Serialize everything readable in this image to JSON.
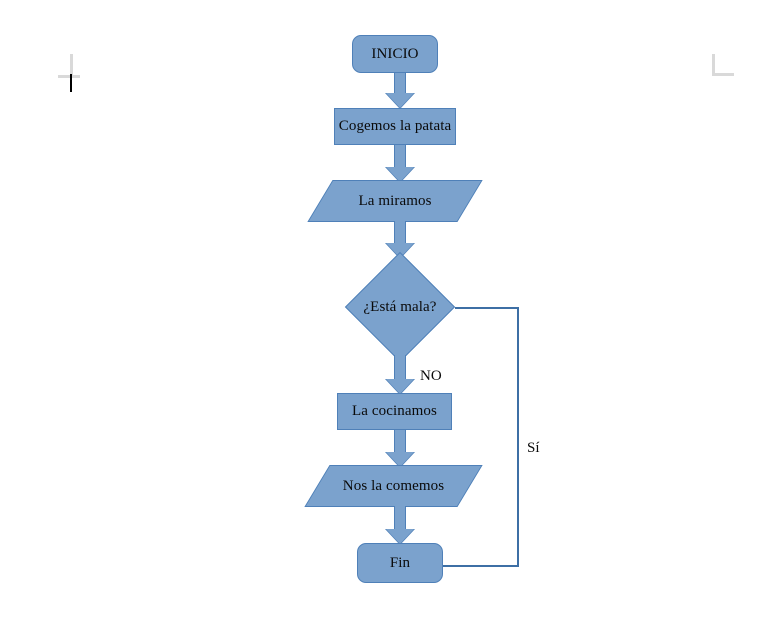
{
  "document": {
    "page_background": "#ffffff",
    "margin_mark_color": "#d9d9d9",
    "caret_color": "#000000"
  },
  "theme": {
    "shape_fill": "#7ba2cd",
    "shape_border": "#4f80b8",
    "connector_color": "#3d6fa5",
    "text_color": "#0a0a0a"
  },
  "flowchart": {
    "title": "",
    "nodes": [
      {
        "id": "inicio",
        "type": "terminator",
        "label": "INICIO"
      },
      {
        "id": "coger",
        "type": "process",
        "label": "Cogemos la patata"
      },
      {
        "id": "mirar",
        "type": "io",
        "label": "La miramos"
      },
      {
        "id": "decision",
        "type": "decision",
        "label": "¿Está mala?"
      },
      {
        "id": "cocinar",
        "type": "process",
        "label": "La cocinamos"
      },
      {
        "id": "comer",
        "type": "io",
        "label": "Nos la comemos"
      },
      {
        "id": "fin",
        "type": "terminator",
        "label": "Fin"
      }
    ],
    "edge_labels": [
      {
        "id": "no",
        "label": "NO"
      },
      {
        "id": "si",
        "label": "Sí"
      }
    ]
  }
}
